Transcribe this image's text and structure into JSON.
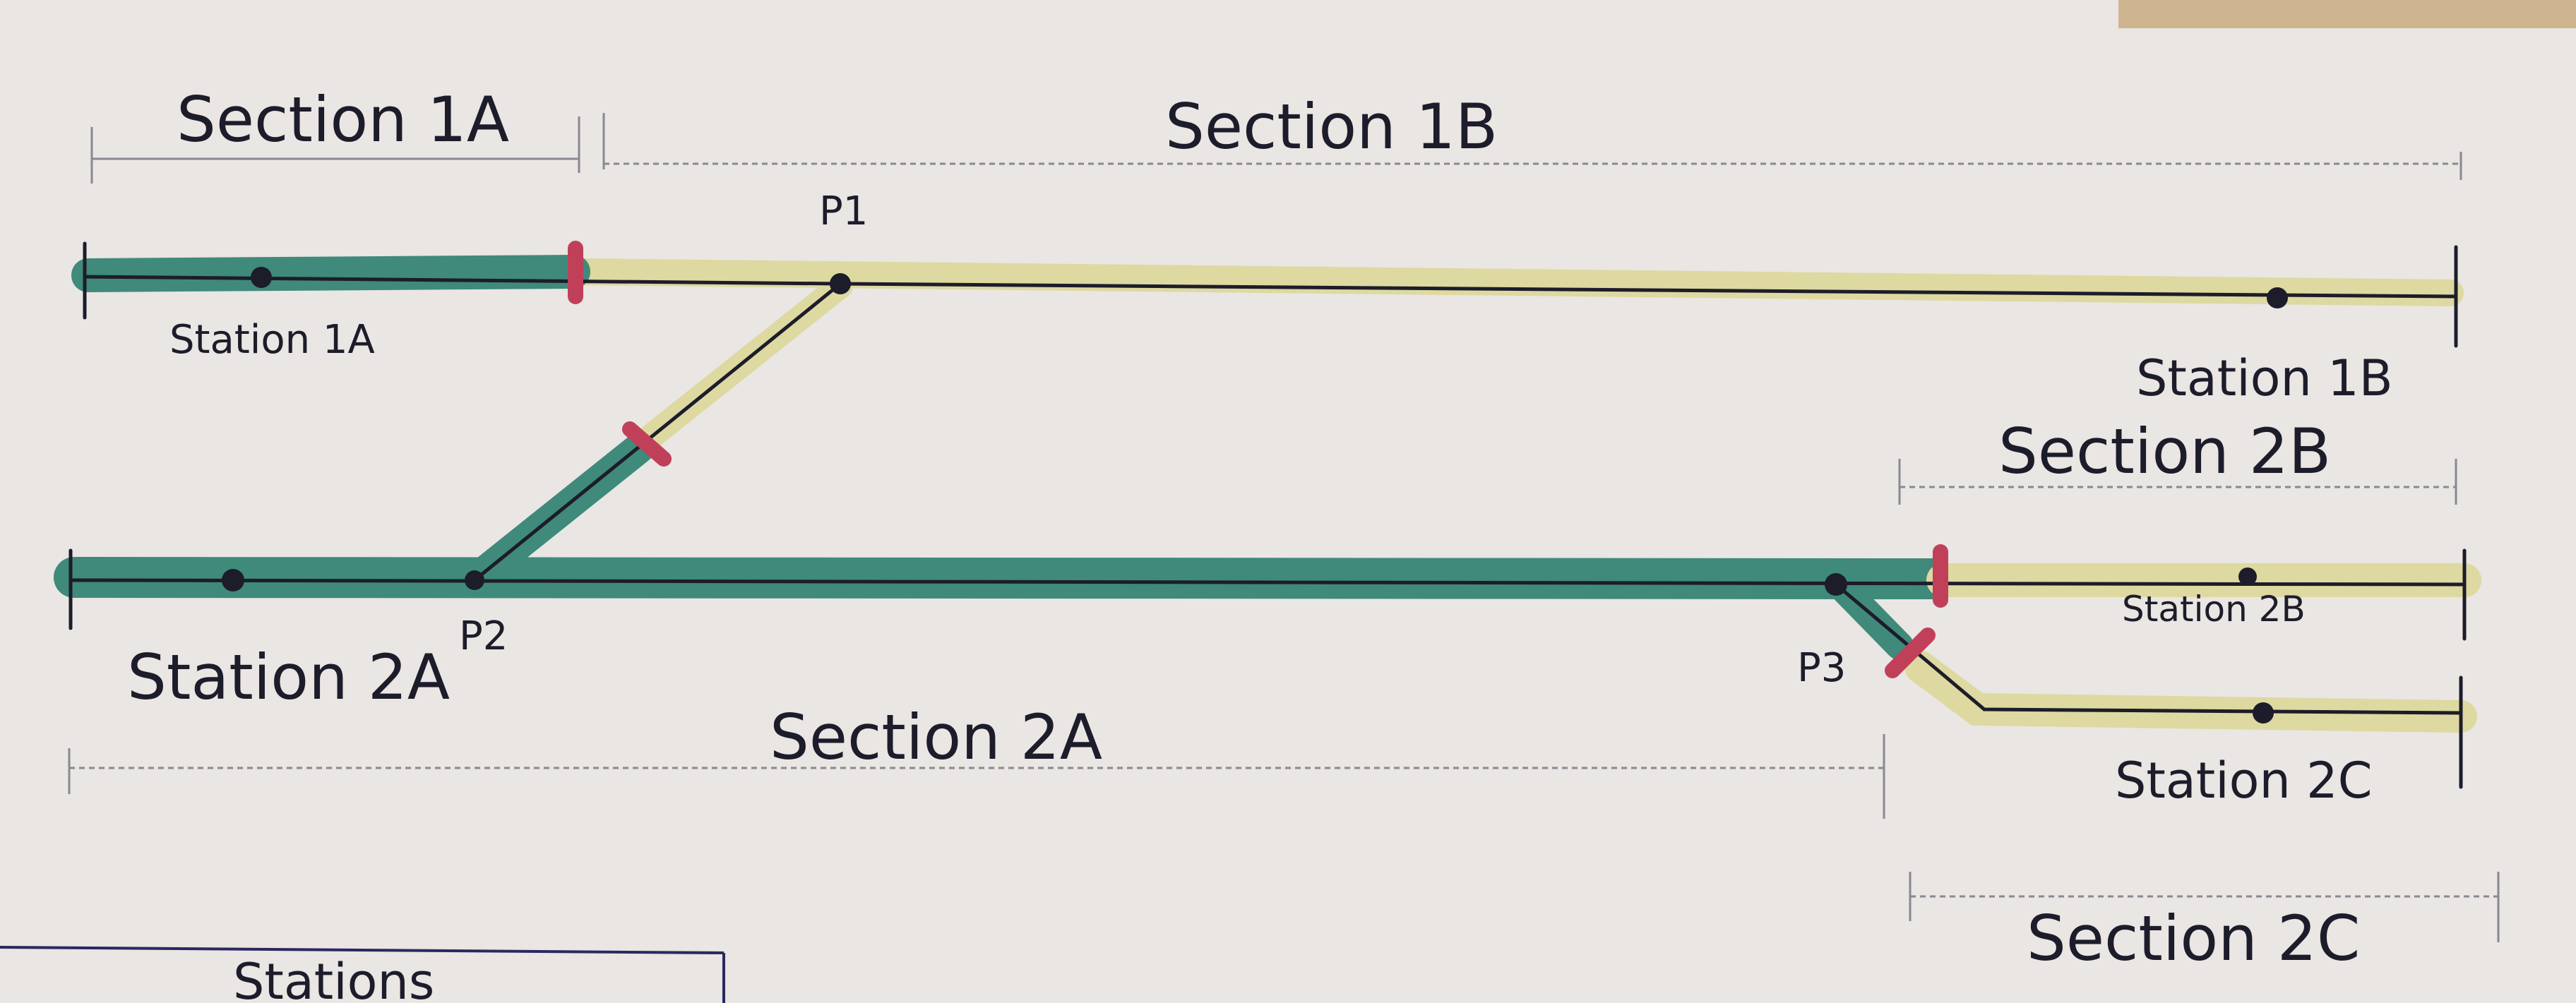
{
  "diagram": {
    "sections": {
      "s1a": "Section 1A",
      "s1b": "Section 1B",
      "s2a": "Section 2A",
      "s2b": "Section 2B",
      "s2c": "Section 2C"
    },
    "stations": {
      "st1a": "Station 1A",
      "st1b": "Station 1B",
      "st2a": "Station 2A",
      "st2b": "Station 2B",
      "st2c": "Station 2C"
    },
    "points": {
      "p1": "P1",
      "p2": "P2",
      "p3": "P3"
    },
    "legend_title": "Stations",
    "colors": {
      "occupied": "#3f8a7a",
      "free": "#ddd9a0",
      "separator": "#c0405a",
      "line": "#1d1c2a",
      "paper": "#e9e6e3"
    }
  }
}
